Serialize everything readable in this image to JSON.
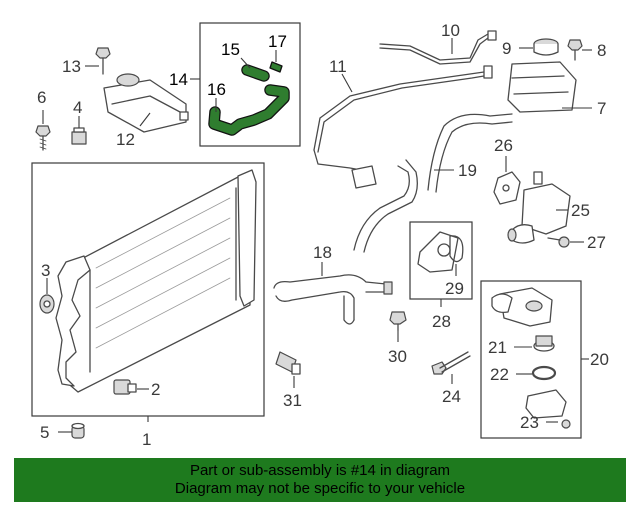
{
  "diagram": {
    "callouts": {
      "c1": "1",
      "c2": "2",
      "c3": "3",
      "c4": "4",
      "c5": "5",
      "c6": "6",
      "c7": "7",
      "c8": "8",
      "c9": "9",
      "c10": "10",
      "c11": "11",
      "c12": "12",
      "c13": "13",
      "c14": "14",
      "c15": "15",
      "c16": "16",
      "c17": "17",
      "c18": "18",
      "c19": "19",
      "c20": "20",
      "c21": "21",
      "c22": "22",
      "c23": "23",
      "c24": "24",
      "c25": "25",
      "c26": "26",
      "c27": "27",
      "c28": "28",
      "c29": "29",
      "c30": "30",
      "c31": "31"
    },
    "highlighted_part": "14",
    "highlight_color": "#2f7d2f"
  },
  "banner": {
    "line1": "Part or sub-assembly is #14 in diagram",
    "line2": "Diagram may not be specific to your vehicle",
    "background": "#1e7a1e"
  }
}
